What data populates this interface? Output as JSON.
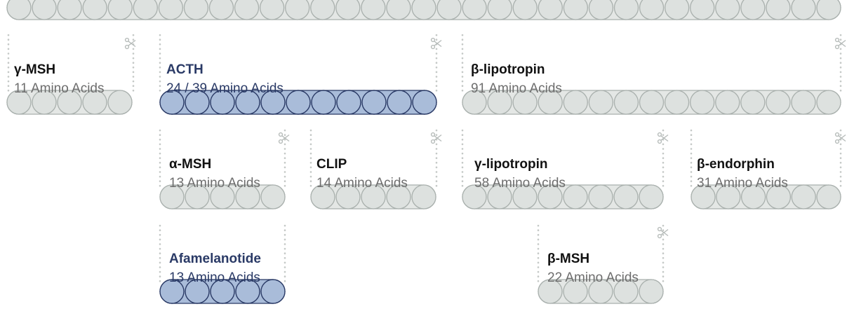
{
  "colors": {
    "residue_fill": "#dde1df",
    "residue_stroke": "#a9b0ad",
    "highlight_fill": "#a9bcd9",
    "highlight_stroke": "#2a3a66",
    "guide_dots": "#c5c9c7"
  },
  "icon": "scissors-icon",
  "nodes": [
    {
      "id": "top",
      "name": "",
      "count": "",
      "beads": 33,
      "highlight": false
    },
    {
      "id": "gamma-msh",
      "name": "γ-MSH",
      "count": "11  Amino Acids",
      "beads": 5,
      "highlight": false
    },
    {
      "id": "acth",
      "name": "ACTH",
      "count": "24 / 39 Amino Acids",
      "beads": 11,
      "highlight": true
    },
    {
      "id": "beta-lipotropin",
      "name": "β-lipotropin",
      "count": "91 Amino Acids",
      "beads": 15,
      "highlight": false
    },
    {
      "id": "alpha-msh",
      "name": "α-MSH",
      "count": "13  Amino Acids",
      "beads": 5,
      "highlight": false
    },
    {
      "id": "clip",
      "name": "CLIP",
      "count": "14  Amino Acids",
      "beads": 5,
      "highlight": false
    },
    {
      "id": "gamma-lipotropin",
      "name": "γ-lipotropin",
      "count": "58  Amino Acids",
      "beads": 8,
      "highlight": false
    },
    {
      "id": "beta-endorphin",
      "name": "β-endorphin",
      "count": "31  Amino Acids",
      "beads": 6,
      "highlight": false
    },
    {
      "id": "afamelanotide",
      "name": "Afamelanotide",
      "count": "13  Amino Acids",
      "beads": 5,
      "highlight": true
    },
    {
      "id": "beta-msh",
      "name": "β-MSH",
      "count": "22  Amino Acids",
      "beads": 5,
      "highlight": false
    }
  ]
}
